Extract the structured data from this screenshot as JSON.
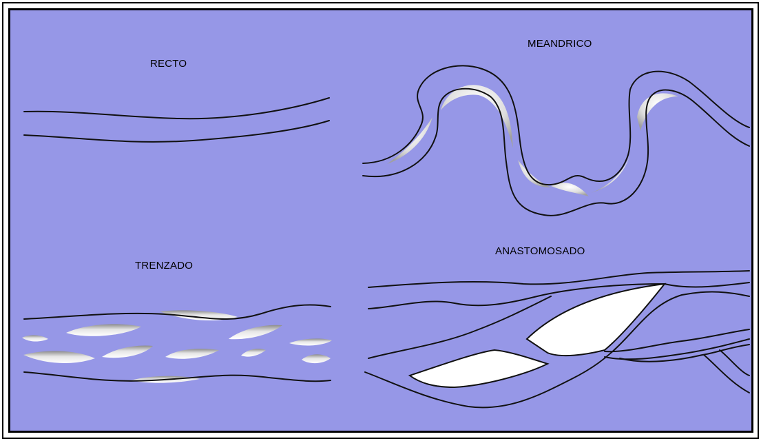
{
  "labels": {
    "recto": "RECTO",
    "meandrico": "MEANDRICO",
    "trenzado": "TRENZADO",
    "anastomosado": "ANASTOMOSADO"
  },
  "colors": {
    "background": "#9697e7",
    "bank_line": "#111111",
    "bar_fill": "#f4f4f4",
    "bar_shade": "#9a9a9a"
  }
}
